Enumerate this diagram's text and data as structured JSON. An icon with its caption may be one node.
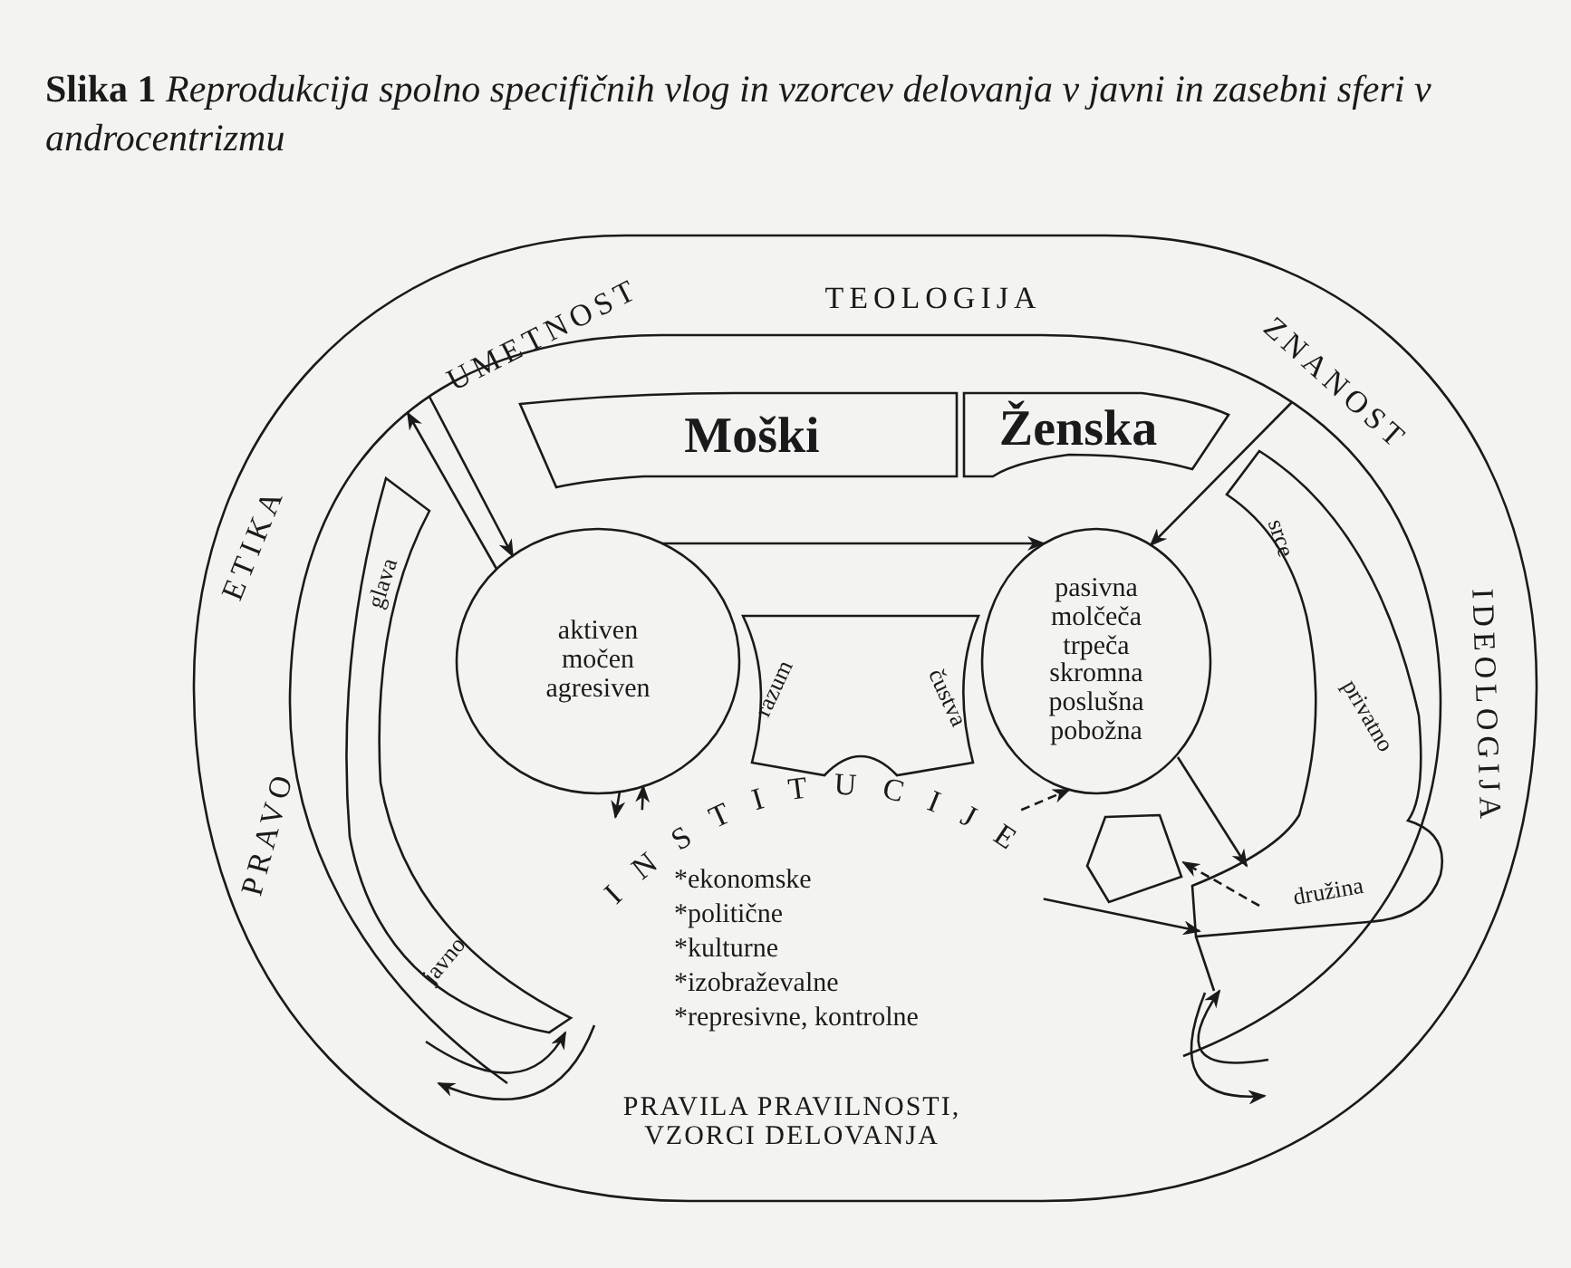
{
  "diagram": {
    "title": "**Slika 1** *Reprodukcija spolno specifičnih vlog in vzorcev delovanja v javni in zasebni sferi v androcentrizmu*",
    "nodes": [
      {
        "text": [
          "UMETNOST",
          "TEOLOGIJA",
          "ZNANOST",
          "IDEOLOGIJA",
          "PRAVILA PRAVILNOSTI, VZORCI DELOVANJA",
          "PRAVO",
          "ETIKA"
        ]
      },
      {
        "text": [
          "Moški"
        ],
        "in": 0
      },
      {
        "text": [
          "Ženska"
        ],
        "in": 0
      },
      {
        "text": [
          "glava",
          "javno"
        ],
        "in": 0
      },
      {
        "text": [
          "srce",
          "privatno",
          "družina"
        ],
        "in": 0
      },
      {
        "text": [
          "aktiven močen agresiven"
        ],
        "in": 0
      },
      {
        "text": [
          "pasivna molčeča trpeča skromna poslušna pobožna"
        ],
        "in": 0
      },
      {
        "text": [
          "razum",
          "čustva"
        ],
        "in": 0
      },
      {
        "text": [],
        "shape": "box",
        "in": 0
      },
      {
        "text": [
          "INSTITUCIJE"
        ],
        "in": 0
      }
    ],
    "edges": [
      {
        "from": null,
        "to": 5,
        "arrow": "to"
      },
      {
        "from": 5,
        "to": null,
        "arrow": "to"
      },
      {
        "from": null,
        "to": 6,
        "arrow": "to"
      },
      {
        "from": 5,
        "to": 6,
        "arrow": "to"
      },
      {
        "from": 9,
        "to": 5,
        "arrow": "to"
      },
      {
        "from": 5,
        "to": 9,
        "arrow": "to"
      },
      {
        "from": 9,
        "to": 6,
        "arrow": "to",
        "style": "dashed"
      },
      {
        "from": 6,
        "to": 4,
        "arrow": "to"
      },
      {
        "from": 4,
        "to": 8,
        "arrow": "to",
        "style": "dashed"
      },
      {
        "from": 9,
        "to": 4,
        "arrow": "to"
      },
      {
        "from": null,
        "to": 3,
        "arrow": "to"
      },
      {
        "from": 3,
        "to": null,
        "arrow": "to"
      },
      {
        "from": null,
        "to": 4,
        "arrow": "to"
      },
      {
        "from": 4,
        "to": null,
        "arrow": "to"
      }
    ],
    "labels": [
      "*ekonomske",
      "*politične",
      "*kulturne",
      "*izobraževalne",
      "*represivne, kontrolne"
    ]
  }
}
